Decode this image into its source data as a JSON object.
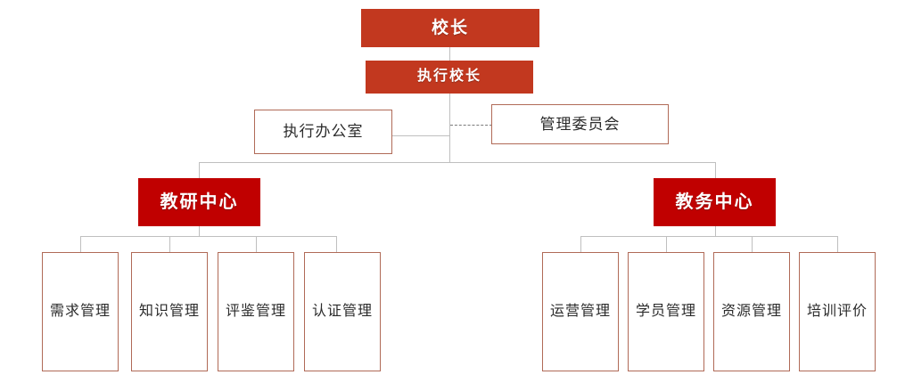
{
  "chart_title": "",
  "colors": {
    "exec_fill": "#C2381F",
    "center_fill": "#C00000",
    "plain_border": "#B06A57",
    "plain_fill": "#FFFFFF",
    "connector": "#BFBFBF",
    "dashed_connector": "#7A7A7A",
    "text_on_red": "#FFFFFF",
    "text_plain": "#2B2B2B"
  },
  "org": {
    "top": {
      "principal": "校长",
      "executive_principal": "执行校长"
    },
    "staff": {
      "executive_office": "执行办公室",
      "management_committee": "管理委员会"
    },
    "centers": [
      {
        "name": "教研中心",
        "children": [
          "需求管理",
          "知识管理",
          "评鉴管理",
          "认证管理"
        ]
      },
      {
        "name": "教务中心",
        "children": [
          "运营管理",
          "学员管理",
          "资源管理",
          "培训评价"
        ]
      }
    ]
  }
}
